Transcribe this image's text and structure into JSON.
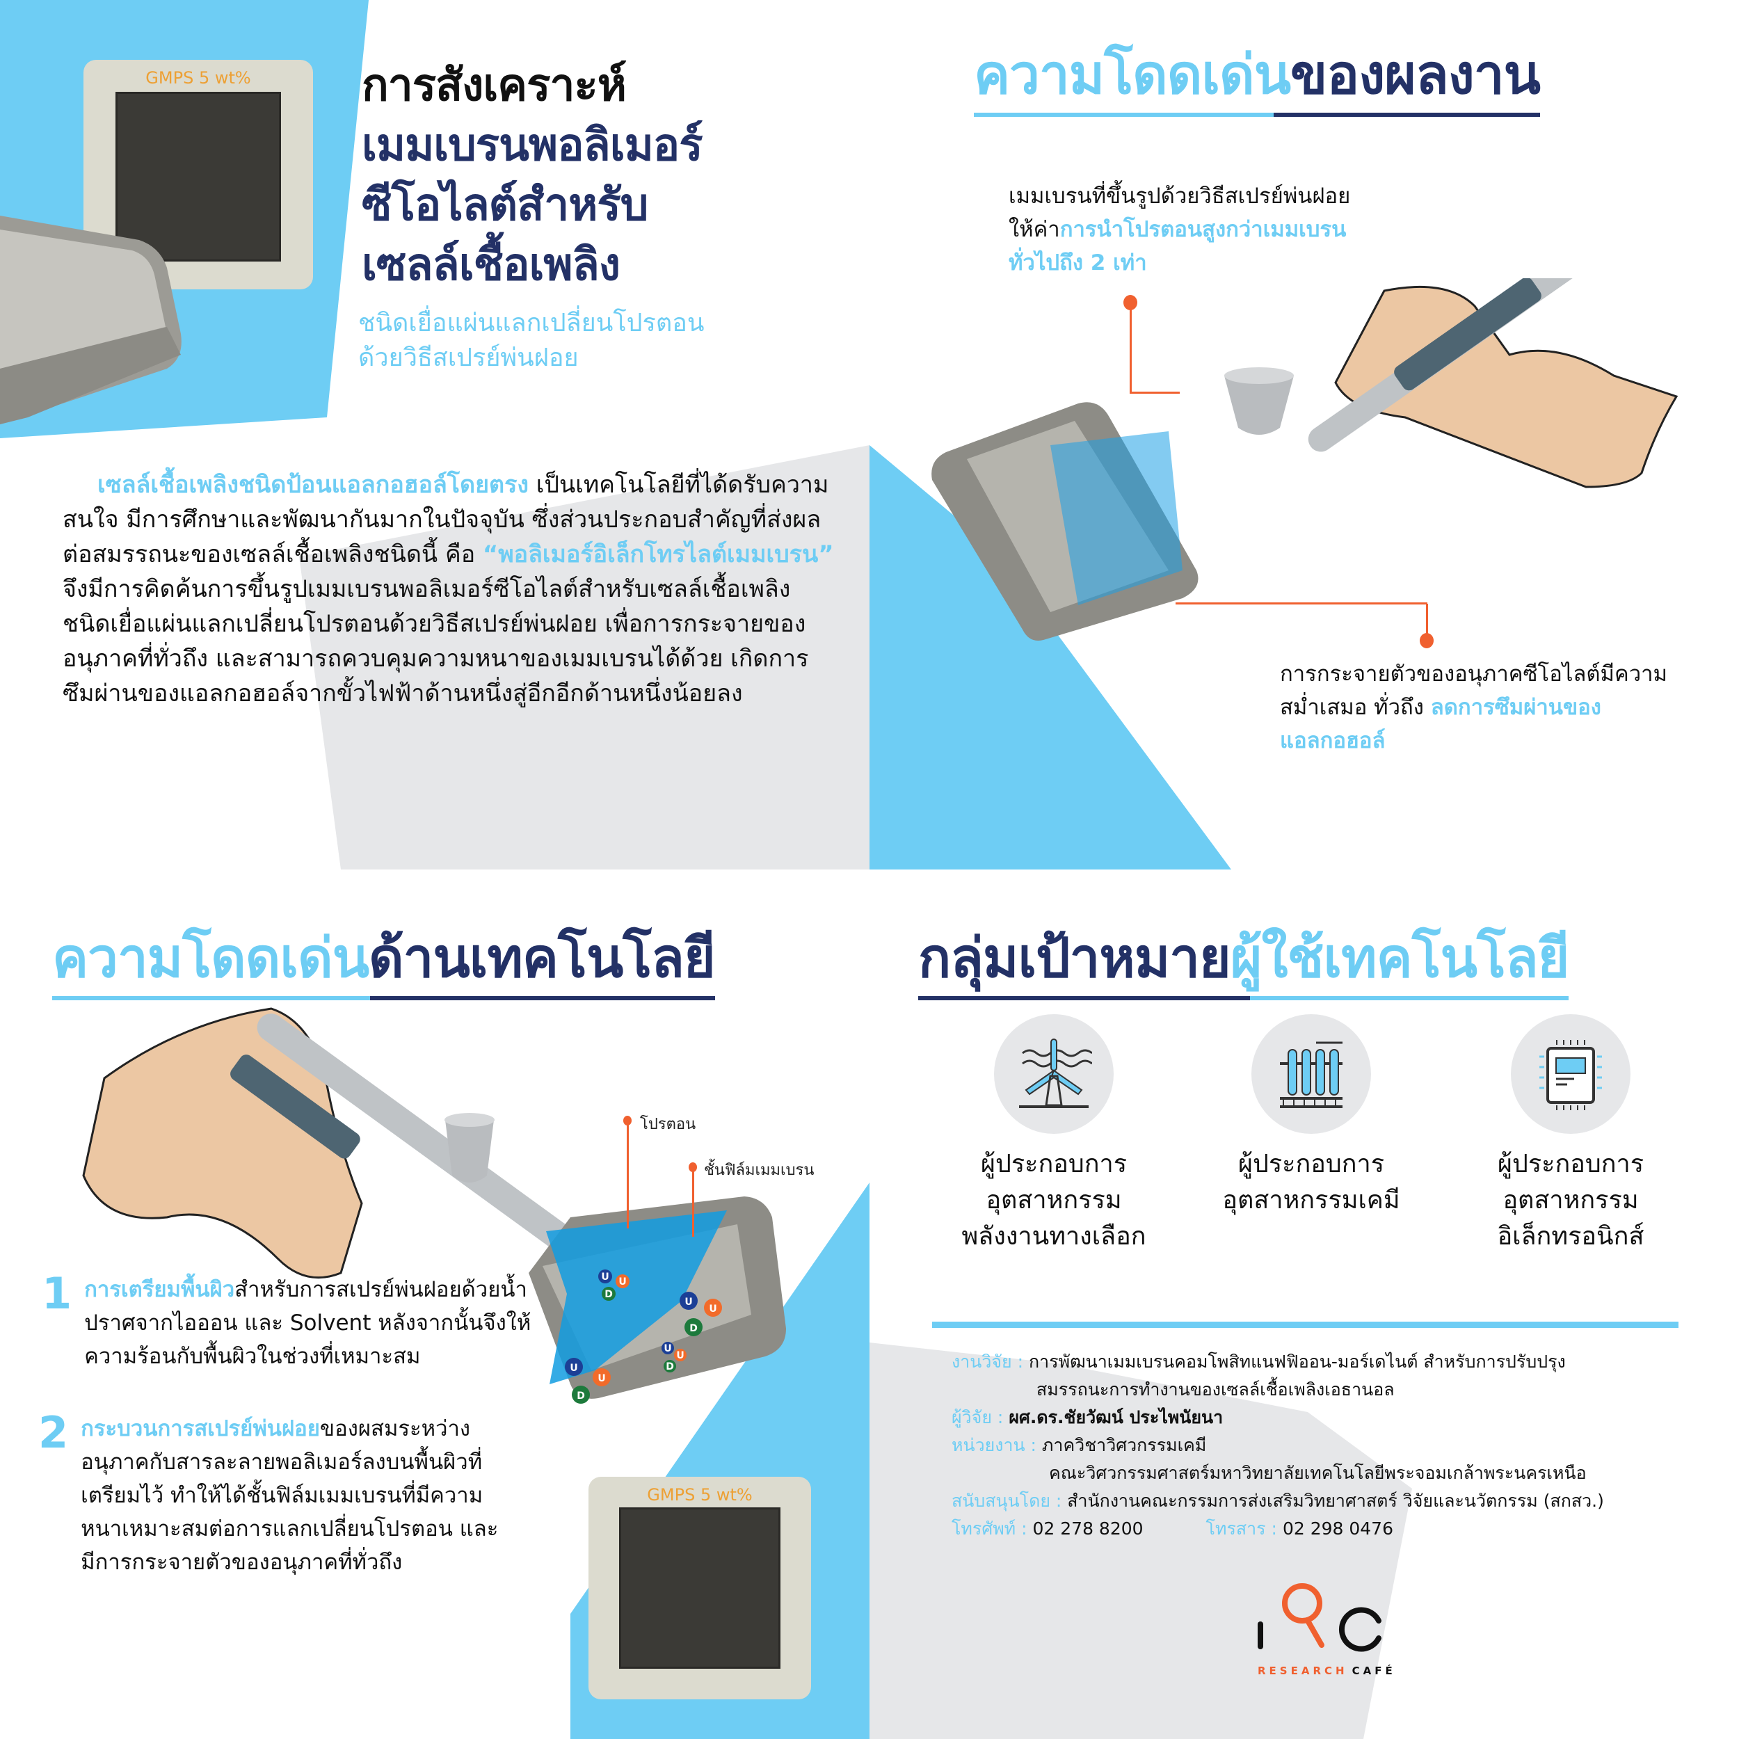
{
  "colors": {
    "accent_blue": "#6ecdf4",
    "navy": "#233166",
    "orange": "#f0602f",
    "light_gray": "#e6e7e9",
    "gmps_label": "#eda034"
  },
  "header": {
    "title_line1": "การสังเคราะห์",
    "title_line2": "เมมเบรนพอลิเมอร์",
    "title_line3": "ซีโอไลต์สำหรับ",
    "title_line4": "เซลล์เชื้อเพลิง",
    "subtitle_line1": "ชนิดเยื่อแผ่นแลกเปลี่ยนโปรตอน",
    "subtitle_line2": "ด้วยวิธีสเปรย์พ่นฝอย"
  },
  "gmps_sample_top": {
    "label": "GMPS 5 wt%"
  },
  "gmps_sample_bottom": {
    "label": "GMPS 5 wt%"
  },
  "intro": {
    "highlight1": "เซลล์เชื้อเพลิงชนิดป้อนแอลกอฮอล์โดยตรง",
    "text1": " เป็นเทคโนโลยีที่ได้ดรับความสนใจ มีการศึกษาและพัฒนากันมากในปัจจุบัน ซึ่งส่วนประกอบสำคัญที่ส่งผลต่อสมรรถนะของเซลล์เชื้อเพลิงชนิดนี้ คือ ",
    "highlight2": "“พอลิเมอร์อิเล็กโทรไลต์เมมเบรน”",
    "text2": " จึงมีการคิดค้นการขึ้นรูปเมมเบรนพอลิเมอร์ซีโอไลต์สำหรับเซลล์เชื้อเพลิงชนิดเยื่อแผ่นแลกเปลี่ยนโปรตอนด้วยวิธีสเปรย์พ่นฝอย เพื่อการกระจายของอนุภาคที่ทั่วถึง และสามารถควบคุมความหนาของเมมเบรนได้ด้วย เกิดการซึมผ่านของแอลกอฮอล์จากขั้วไฟฟ้าด้านหนึ่งสู่อีกอีกด้านหนึ่งน้อยลง"
  },
  "section_results": {
    "title_light": "ความโดดเด่น",
    "title_dark": "ของผลงาน",
    "callout1": {
      "text": "เมมเบรนที่ขึ้นรูปด้วยวิธีสเปรย์พ่นฝอยให้ค่า",
      "highlight": "การนำโปรตอนสูงกว่าเมมเบรนทั่วไปถึง 2 เท่า"
    },
    "callout2": {
      "text": "การกระจายตัวของอนุภาคซีโอไลต์มีความสม่ำเสมอ ทั่วถึง ",
      "highlight": "ลดการซึมผ่านของแอลกอฮอล์"
    }
  },
  "section_tech": {
    "title_light": "ความโดดเด่น",
    "title_dark": "ด้านเทคโนโลยี",
    "labels": {
      "proton": "โปรตอน",
      "film": "ชั้นฟิล์มเมมเบรน"
    },
    "particle_letters": [
      "U",
      "U",
      "D"
    ],
    "steps": [
      {
        "num": "1",
        "highlight": "การเตรียมพื้นผิว",
        "text": "สำหรับการสเปรย์พ่นฝอยด้วยน้ำปราศจากไอออน และ Solvent หลังจากนั้นจึงให้ความร้อนกับพื้นผิวในช่วงที่เหมาะสม"
      },
      {
        "num": "2",
        "highlight": "กระบวนการสเปรย์พ่นฝอย",
        "text": "ของผสมระหว่างอนุภาคกับสารละลายพอลิเมอร์ลงบนพื้นผิวที่เตรียมไว้ ทำให้ได้ชั้นฟิล์มเมมเบรนที่มีความหนาเหมาะสมต่อการแลกเปลี่ยนโปรตอน และมีการกระจายตัวของอนุภาคที่ทั่วถึง"
      }
    ]
  },
  "section_target": {
    "title_dark": "กลุ่มเป้าหมาย",
    "title_light": "ผู้ใช้เทคโนโลยี",
    "groups": [
      {
        "icon": "wind-turbine-icon",
        "line1": "ผู้ประกอบการ",
        "line2": "อุตสาหกรรม",
        "line3": "พลังงานทางเลือก"
      },
      {
        "icon": "test-tubes-icon",
        "line1": "ผู้ประกอบการ",
        "line2": "อุตสาหกรรมเคมี",
        "line3": ""
      },
      {
        "icon": "microchip-icon",
        "line1": "ผู้ประกอบการ",
        "line2": "อุตสาหกรรม",
        "line3": "อิเล็กทรอนิกส์"
      }
    ]
  },
  "info": {
    "research_label": "งานวิจัย :",
    "research_value1": "การพัฒนาเมมเบรนคอมโพสิทแนฟฟิออน-มอร์เดไนต์ สำหรับการปรับปรุง",
    "research_value2": "สมรรถนะการทำงานของเซลล์เชื้อเพลิงเอธานอล",
    "researcher_label": "ผู้วิจัย :",
    "researcher_value": "ผศ.ดร.ชัยวัฒน์ ประไพนัยนา",
    "unit_label": "หน่วยงาน :",
    "unit_value1": "ภาควิชาวิศวกรรมเคมี",
    "unit_value2": "คณะวิศวกรรมศาสตร์มหาวิทยาลัยเทคโนโลยีพระจอมเกล้าพระนครเหนือ",
    "support_label": "สนับสนุนโดย :",
    "support_value": "สำนักงานคณะกรรมการส่งเสริมวิทยาศาสตร์ วิจัยและนวัตกรรม (สกสว.)",
    "phone_label": "โทรศัพท์ :",
    "phone_value": "02 278 8200",
    "fax_label": "โทรสาร :",
    "fax_value": "02 298 0476"
  },
  "logo": {
    "word1": "RESEARCH",
    "word2": "CAFÉ"
  }
}
